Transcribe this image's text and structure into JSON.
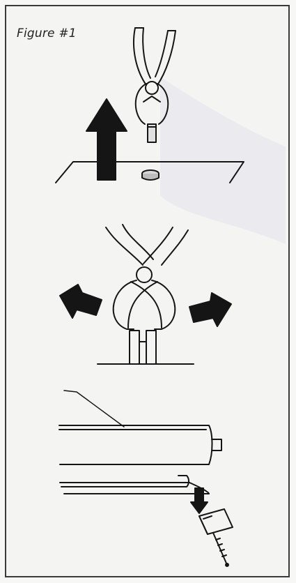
{
  "figure": {
    "caption": "Figure #1",
    "panels": [
      {
        "id": "panel-1",
        "icons": [
          "pliers-icon",
          "up-arrow-icon"
        ]
      },
      {
        "id": "panel-2",
        "icons": [
          "squeeze-left-arrow-icon",
          "squeeze-right-arrow-icon",
          "pliers-icon"
        ]
      },
      {
        "id": "panel-3",
        "icons": [
          "down-arrow-icon",
          "clip-icon",
          "screw-icon"
        ]
      }
    ],
    "colors": {
      "ink": "#151515",
      "paper": "#f4f4f2",
      "shade": "#e9e9ec",
      "frame": "#3a3a3a"
    }
  }
}
